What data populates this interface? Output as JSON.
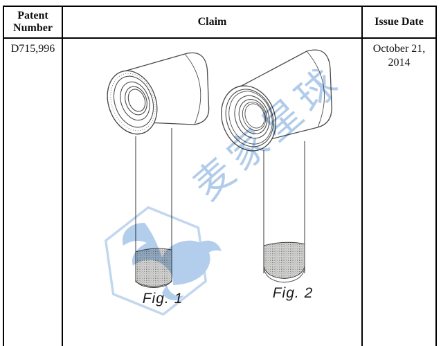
{
  "table": {
    "columns": [
      "Patent Number",
      "Claim",
      "Issue Date"
    ],
    "row": {
      "patent_number": "D715,996",
      "issue_date": "October 21, 2014",
      "figures": [
        {
          "label": "Fig. 1"
        },
        {
          "label": "Fig. 2"
        }
      ]
    }
  },
  "watermark": {
    "text": "麦家星球",
    "color": "#a9c7e8",
    "logo_icon": "hexagon-bird-icon"
  },
  "colors": {
    "table_border": "#000000",
    "text": "#111111",
    "line_art": "#4a4a4a",
    "watermark_blue": "#a9c7e8"
  }
}
